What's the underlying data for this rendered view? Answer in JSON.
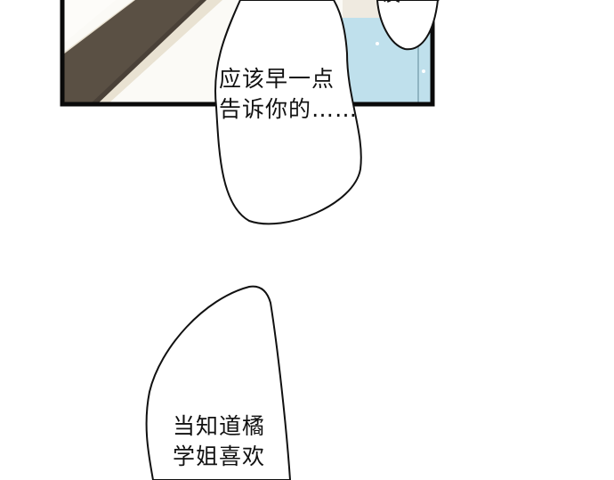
{
  "panel": {
    "colors": {
      "border": "#0a0a0a",
      "dark_beam": "#5a5044",
      "beige": "#e9e2d2",
      "sky": "#bfe0ec"
    }
  },
  "bubbles": [
    {
      "lines": [
        "谈……"
      ]
    },
    {
      "lines": [
        "应该早一点",
        "告诉你的……"
      ]
    },
    {
      "lines": [
        "当知道橘",
        "学姐喜欢"
      ]
    }
  ]
}
